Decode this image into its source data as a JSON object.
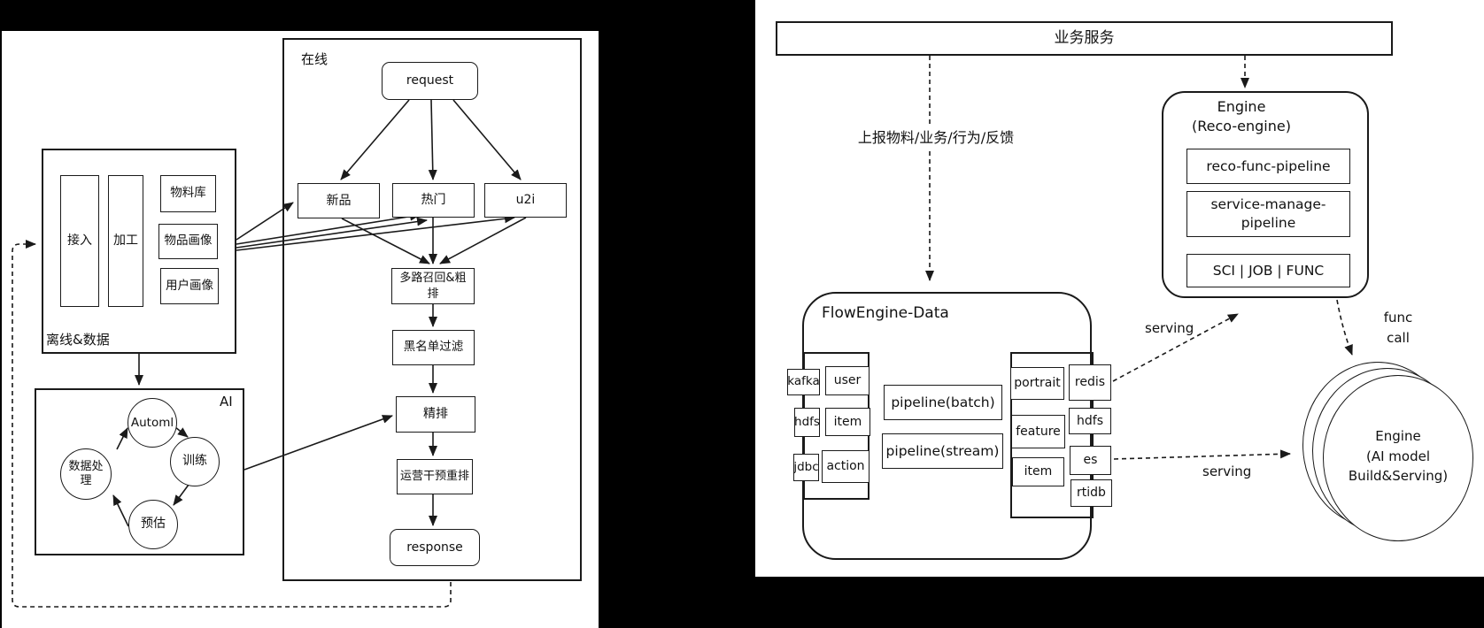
{
  "colors": {
    "background": "#000000",
    "panel": "#ffffff",
    "stroke": "#1a1a1a",
    "text": "#111111"
  },
  "left": {
    "online_label": "在线",
    "request": "request",
    "xinpin": "新品",
    "remen": "热门",
    "u2i": "u2i",
    "multi_recall": "多路召回&粗排",
    "blacklist": "黑名单过滤",
    "fine_rank": "精排",
    "ops_rerank": "运营干预重排",
    "response": "response",
    "offline_label": "离线&数据",
    "jieru": "接入",
    "jiagong": "加工",
    "wuliaoku": "物料库",
    "wupin_huaxiang": "物品画像",
    "yonghu_huaxiang": "用户画像",
    "ai_label": "AI",
    "automl": "Automl",
    "xunlian": "训练",
    "yugu": "预估",
    "shuju_chuli": "数据处理"
  },
  "right": {
    "biz_service": "业务服务",
    "report_label": "上报物料/业务/行为/反馈",
    "engine_title": "Engine",
    "engine_sub": "(Reco-engine)",
    "pipeline1": "reco-func-pipeline",
    "pipeline2": "service-manage-pipeline",
    "pipeline3": "SCI | JOB | FUNC",
    "flow_title": "FlowEngine-Data",
    "kafka": "kafka",
    "hdfs": "hdfs",
    "jdbc": "jdbc",
    "user": "user",
    "item": "item",
    "action": "action",
    "batch": "pipeline(batch)",
    "stream": "pipeline(stream)",
    "portrait": "portrait",
    "feature": "feature",
    "item2": "item",
    "redis": "redis",
    "hdfs2": "hdfs",
    "es": "es",
    "rtidb": "rtidb",
    "serving1": "serving",
    "serving2": "serving",
    "func": "func",
    "call": "call",
    "ai_engine_l1": "Engine",
    "ai_engine_l2": "(AI model",
    "ai_engine_l3": "Build&Serving)"
  }
}
